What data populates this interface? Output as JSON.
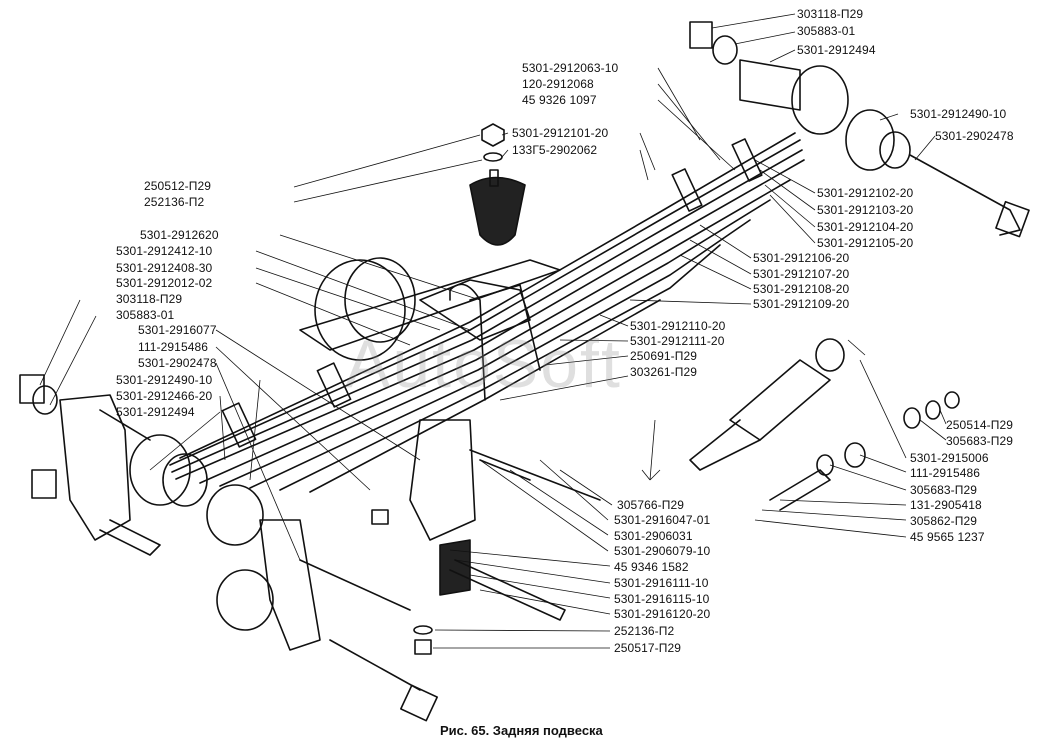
{
  "caption": "Рис. 65. Задняя подвеска",
  "watermark": "AutoSoft",
  "labels": {
    "top_right": [
      "303118-П29",
      "305883-01",
      "5301-2912494"
    ],
    "upper_center": [
      "5301-2912063-10",
      "120-2912068",
      "45 9326 1097"
    ],
    "bumper": [
      "5301-2912101-20",
      "133Г5-2902062"
    ],
    "bumper_left": [
      "250512-П29",
      "252136-П2"
    ],
    "right_bushing": [
      "5301-2912490-10",
      "5301-2902478"
    ],
    "right_leafs": [
      "5301-2912102-20",
      "5301-2912103-20",
      "5301-2912104-20",
      "5301-2912105-20",
      "5301-2912106-20",
      "5301-2912107-20",
      "5301-2912108-20",
      "5301-2912109-20",
      "5301-2912110-20",
      "5301-2912111-20",
      "250691-П29",
      "303261-П29"
    ],
    "left_upper": [
      "5301-2912620",
      "5301-2912412-10",
      "5301-2912408-30",
      "5301-2912012-02",
      "303118-П29",
      "305883-01",
      "5301-2916077",
      "111-2915486",
      "5301-2902478",
      "5301-2912490-10",
      "5301-2912466-20",
      "5301-2912494"
    ],
    "shock_right": [
      "250514-П29",
      "305683-П29",
      "5301-2915006",
      "111-2915486",
      "305683-П29",
      "131-2905418",
      "305862-П29",
      "45 9565 1237"
    ],
    "bottom_center": [
      "305766-П29",
      "5301-2916047-01",
      "5301-2906031",
      "5301-2906079-10",
      "45 9346 1582",
      "5301-2916111-10",
      "5301-2916115-10",
      "5301-2916120-20",
      "252136-П2",
      "250517-П29"
    ]
  }
}
